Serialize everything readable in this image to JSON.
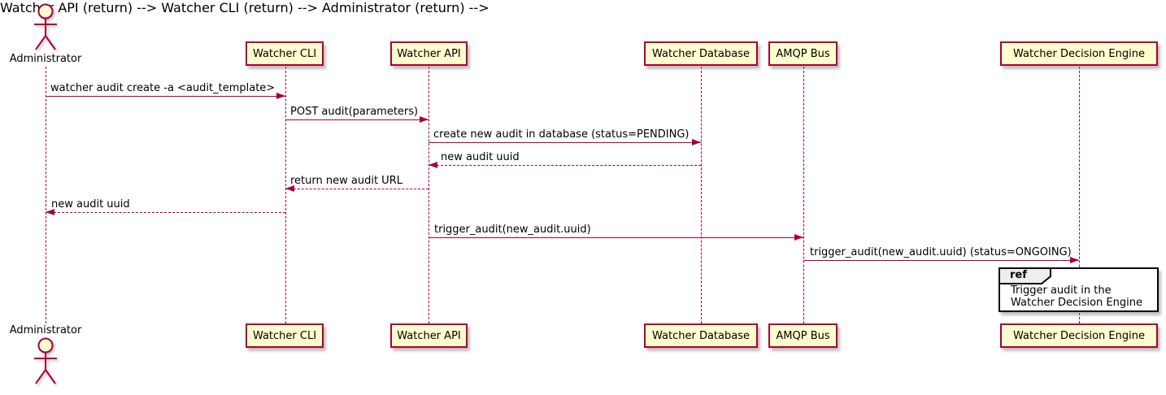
{
  "colors": {
    "participant_fill": "#FEFECE",
    "participant_border": "#A80036",
    "arrow": "#A80036",
    "lifeline": "#A80036",
    "text": "#000000",
    "ref_border": "#000000",
    "ref_header_fill": "#EEEEEE",
    "background": "#FFFFFF"
  },
  "actor": {
    "label": "Administrator"
  },
  "participants": [
    {
      "label": "Watcher CLI"
    },
    {
      "label": "Watcher API"
    },
    {
      "label": "Watcher Database"
    },
    {
      "label": "AMQP Bus"
    },
    {
      "label": "Watcher Decision Engine"
    }
  ],
  "messages": [
    {
      "from": "Administrator",
      "to": "Watcher CLI",
      "text": "watcher audit create -a <audit_template>",
      "line": "solid"
    },
    {
      "from": "Watcher CLI",
      "to": "Watcher API",
      "text": "POST audit(parameters)",
      "line": "solid"
    },
    {
      "from": "Watcher API",
      "to": "Watcher Database",
      "text": "create new audit in database (status=PENDING)",
      "line": "solid"
    },
    {
      "from": "Watcher Database",
      "to": "Watcher API",
      "text": "new audit uuid",
      "line": "dashed"
    },
    {
      "from": "Watcher API",
      "to": "Watcher CLI",
      "text": "return new audit URL",
      "line": "dashed"
    },
    {
      "from": "Watcher CLI",
      "to": "Administrator",
      "text": "new audit uuid",
      "line": "dashed"
    },
    {
      "from": "Watcher API",
      "to": "AMQP Bus",
      "text": "trigger_audit(new_audit.uuid)",
      "line": "solid"
    },
    {
      "from": "AMQP Bus",
      "to": "Watcher Decision Engine",
      "text": "trigger_audit(new_audit.uuid) (status=ONGOING)",
      "line": "solid"
    }
  ],
  "ref": {
    "keyword": "ref",
    "lines": [
      "Trigger audit in the",
      "Watcher Decision Engine"
    ]
  }
}
